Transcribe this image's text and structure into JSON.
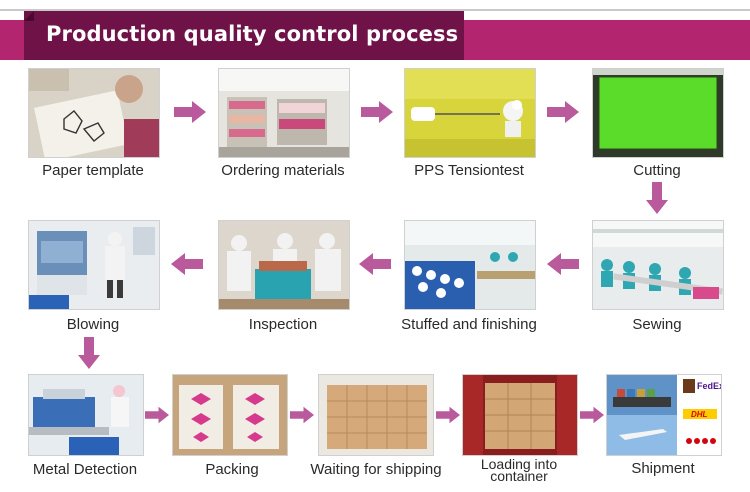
{
  "header": {
    "title": "Production quality control process"
  },
  "colors": {
    "banner": "#b3256e",
    "banner_tab": "#6e1247",
    "arrow": "#b85a9c"
  },
  "steps": [
    {
      "label": "Paper template"
    },
    {
      "label": "Ordering materials"
    },
    {
      "label": "PPS Tensiontest"
    },
    {
      "label": "Cutting"
    },
    {
      "label": "Sewing"
    },
    {
      "label": "Stuffed and finishing"
    },
    {
      "label": "Inspection"
    },
    {
      "label": "Blowing"
    },
    {
      "label": "Metal Detection"
    },
    {
      "label": "Packing"
    },
    {
      "label": "Waiting for shipping"
    },
    {
      "label": "Loading into container"
    },
    {
      "label": "Shipment"
    }
  ],
  "shipment_logos": {
    "fedex": "FedEx",
    "dhl": "DHL"
  }
}
